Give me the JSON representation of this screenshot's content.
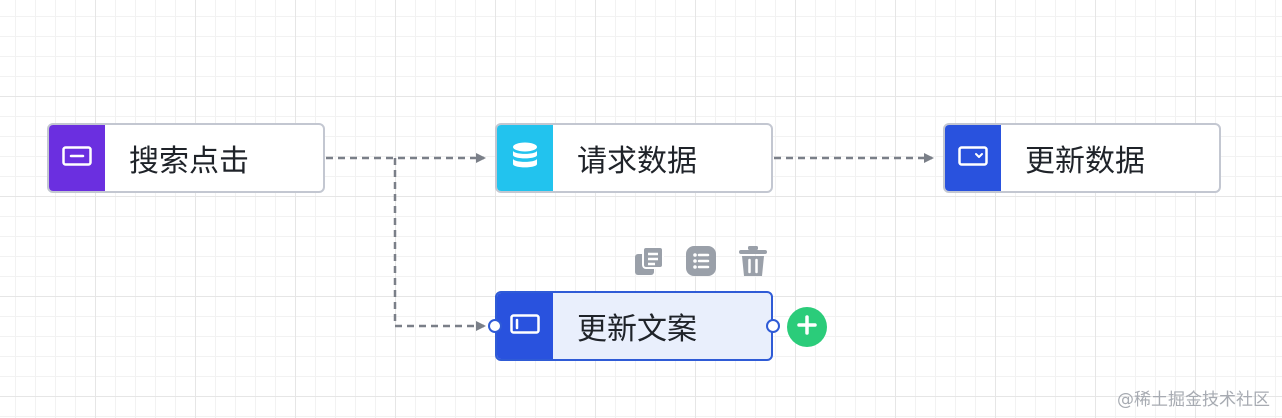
{
  "nodes": [
    {
      "id": "search",
      "label": "搜索点击",
      "icon": "input-box-icon",
      "color": "#6b2fe0"
    },
    {
      "id": "request",
      "label": "请求数据",
      "icon": "database-icon",
      "color": "#22c3ee"
    },
    {
      "id": "update-data",
      "label": "更新数据",
      "icon": "dropdown-box-icon",
      "color": "#2952de"
    },
    {
      "id": "update-copy",
      "label": "更新文案",
      "icon": "text-field-icon",
      "color": "#2952de",
      "selected": true
    }
  ],
  "edges": [
    {
      "from": "search",
      "to": "request",
      "style": "dashed"
    },
    {
      "from": "request",
      "to": "update-data",
      "style": "dashed"
    },
    {
      "from": "search",
      "to": "update-copy",
      "style": "dashed"
    }
  ],
  "toolbar": {
    "icons": [
      "copy-icon",
      "list-icon",
      "delete-icon"
    ]
  },
  "add_button": {
    "icon": "plus-icon",
    "color": "#2bcc7a"
  },
  "watermark": "@稀土掘金技术社区"
}
